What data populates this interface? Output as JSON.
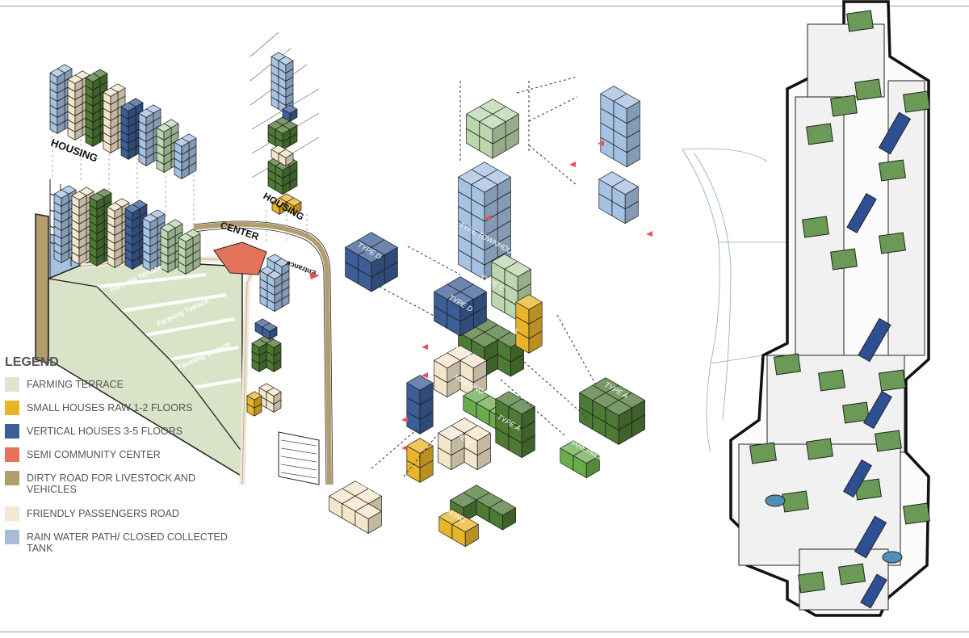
{
  "colors": {
    "farming": "#d9e3c7",
    "yellow": "#e8b42a",
    "blue": "#3c5e96",
    "red": "#e5735a",
    "road": "#b29d6c",
    "cream": "#f4e6cb",
    "lightblue": "#a6c2e2",
    "green": "#4d7a34",
    "brightgreen": "#6aac4c",
    "palegreen": "#bcd7ae",
    "roof": "#6a9a55",
    "panel": "#2f4f95"
  },
  "legend": {
    "title": "LEGEND",
    "items": [
      {
        "label": "FARMING TERRACE",
        "color": "#dde5cc"
      },
      {
        "label": "SMALL HOUSES RAW 1-2 FLOORS",
        "color": "#e8b42a"
      },
      {
        "label": "VERTICAL HOUSES 3-5 FLOORS",
        "color": "#3c5e96"
      },
      {
        "label": "SEMI COMMUNITY CENTER",
        "color": "#e5735a"
      },
      {
        "label": "DIRTY  ROAD FOR LIVESTOCK AND VEHICLES",
        "color": "#b29d6c"
      },
      {
        "label": "FRIENDLY PASSENGERS ROAD",
        "color": "#f6e8d2"
      },
      {
        "label": "RAIN  WATER  PATH/  CLOSED  COLLECTED TANK",
        "color": "#a9bcd6"
      }
    ]
  },
  "site_labels": {
    "housing_left": "HOUSING",
    "housing_tower": "HOUSING",
    "center": "CENTER",
    "entrance": "Entrance",
    "farming_1": "Farming Terrace",
    "farming_2": "Farming Terrace",
    "farming_3": "Farming Terrace"
  },
  "module_labels": {
    "townhouse": "TYPE TOWNHOUSE",
    "type_c": "TYPE C",
    "type_d_exploded": "TYPE D",
    "type_d": "TYPE D",
    "type_a_1": "TYPE A",
    "type_b_1": "TYPE B",
    "meeting": "MEETING",
    "type_b_2": "TYPE B",
    "type_a_2": "TYPE A",
    "type_a_3": "TYPE A",
    "parking": "PARKING",
    "type_a_exploded": "TYPE A",
    "share_program": "SHARE PROGRAM",
    "type_b_exploded": "TYPE B"
  }
}
